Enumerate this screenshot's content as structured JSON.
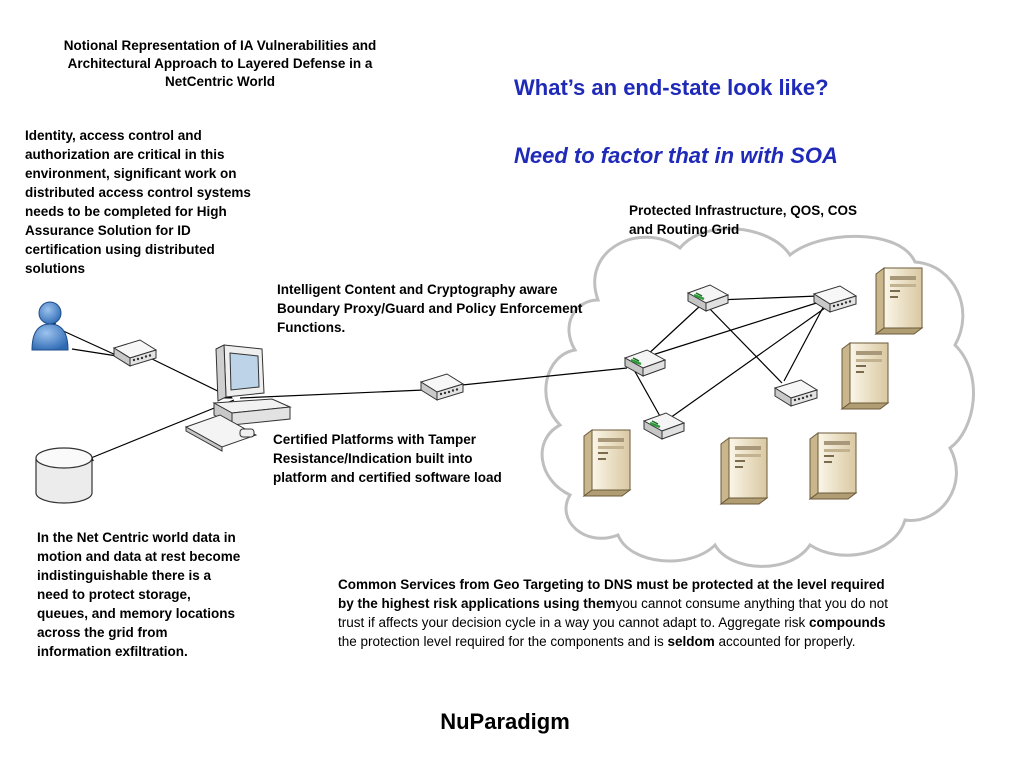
{
  "title": "Notional Representation of IA Vulnerabilities and Architectural Approach to Layered Defense in a NetCentric World",
  "question": "What’s an end-state look like?",
  "answer": "Need to factor that in with SOA",
  "notes": {
    "identity": "Identity, access control and authorization are critical in this environment, significant work on distributed access control systems needs to be completed for High Assurance Solution for ID certification using distributed solutions",
    "protected_infrastructure": "Protected Infrastructure, QOS, COS and Routing Grid",
    "boundary_proxy": "Intelligent Content and Cryptography aware Boundary Proxy/Guard and Policy Enforcement Functions.",
    "certified_platforms": "Certified Platforms with Tamper Resistance/Indication built into platform and certified software load",
    "net_centric": "In the Net Centric world data in motion and data at rest become indistinguishable there is a need to protect storage, queues, and memory locations across the grid from information exfiltration."
  },
  "common_services": {
    "bold_lead": "Common Services from Geo Targeting to DNS must be protected at the level required by the highest risk applications using them",
    "text_1": "you cannot consume anything that you do not trust if affects your decision cycle in a way you cannot adapt to. Aggregate risk ",
    "bold_1": "compounds",
    "text_2": " the protection level required for the components and is ",
    "bold_2": "seldom",
    "text_3": " accounted for properly."
  },
  "footer": "NuParadigm",
  "colors": {
    "heading_blue": "#1f2ab8",
    "cloud_stroke": "#bfbfbf",
    "server_body": "#e8dcc0",
    "user_blue": "#4a82c7"
  },
  "icons": [
    "user-icon",
    "database-icon",
    "workstation-icon",
    "switch-icon",
    "router-icon",
    "server-icon",
    "cloud-shape"
  ]
}
